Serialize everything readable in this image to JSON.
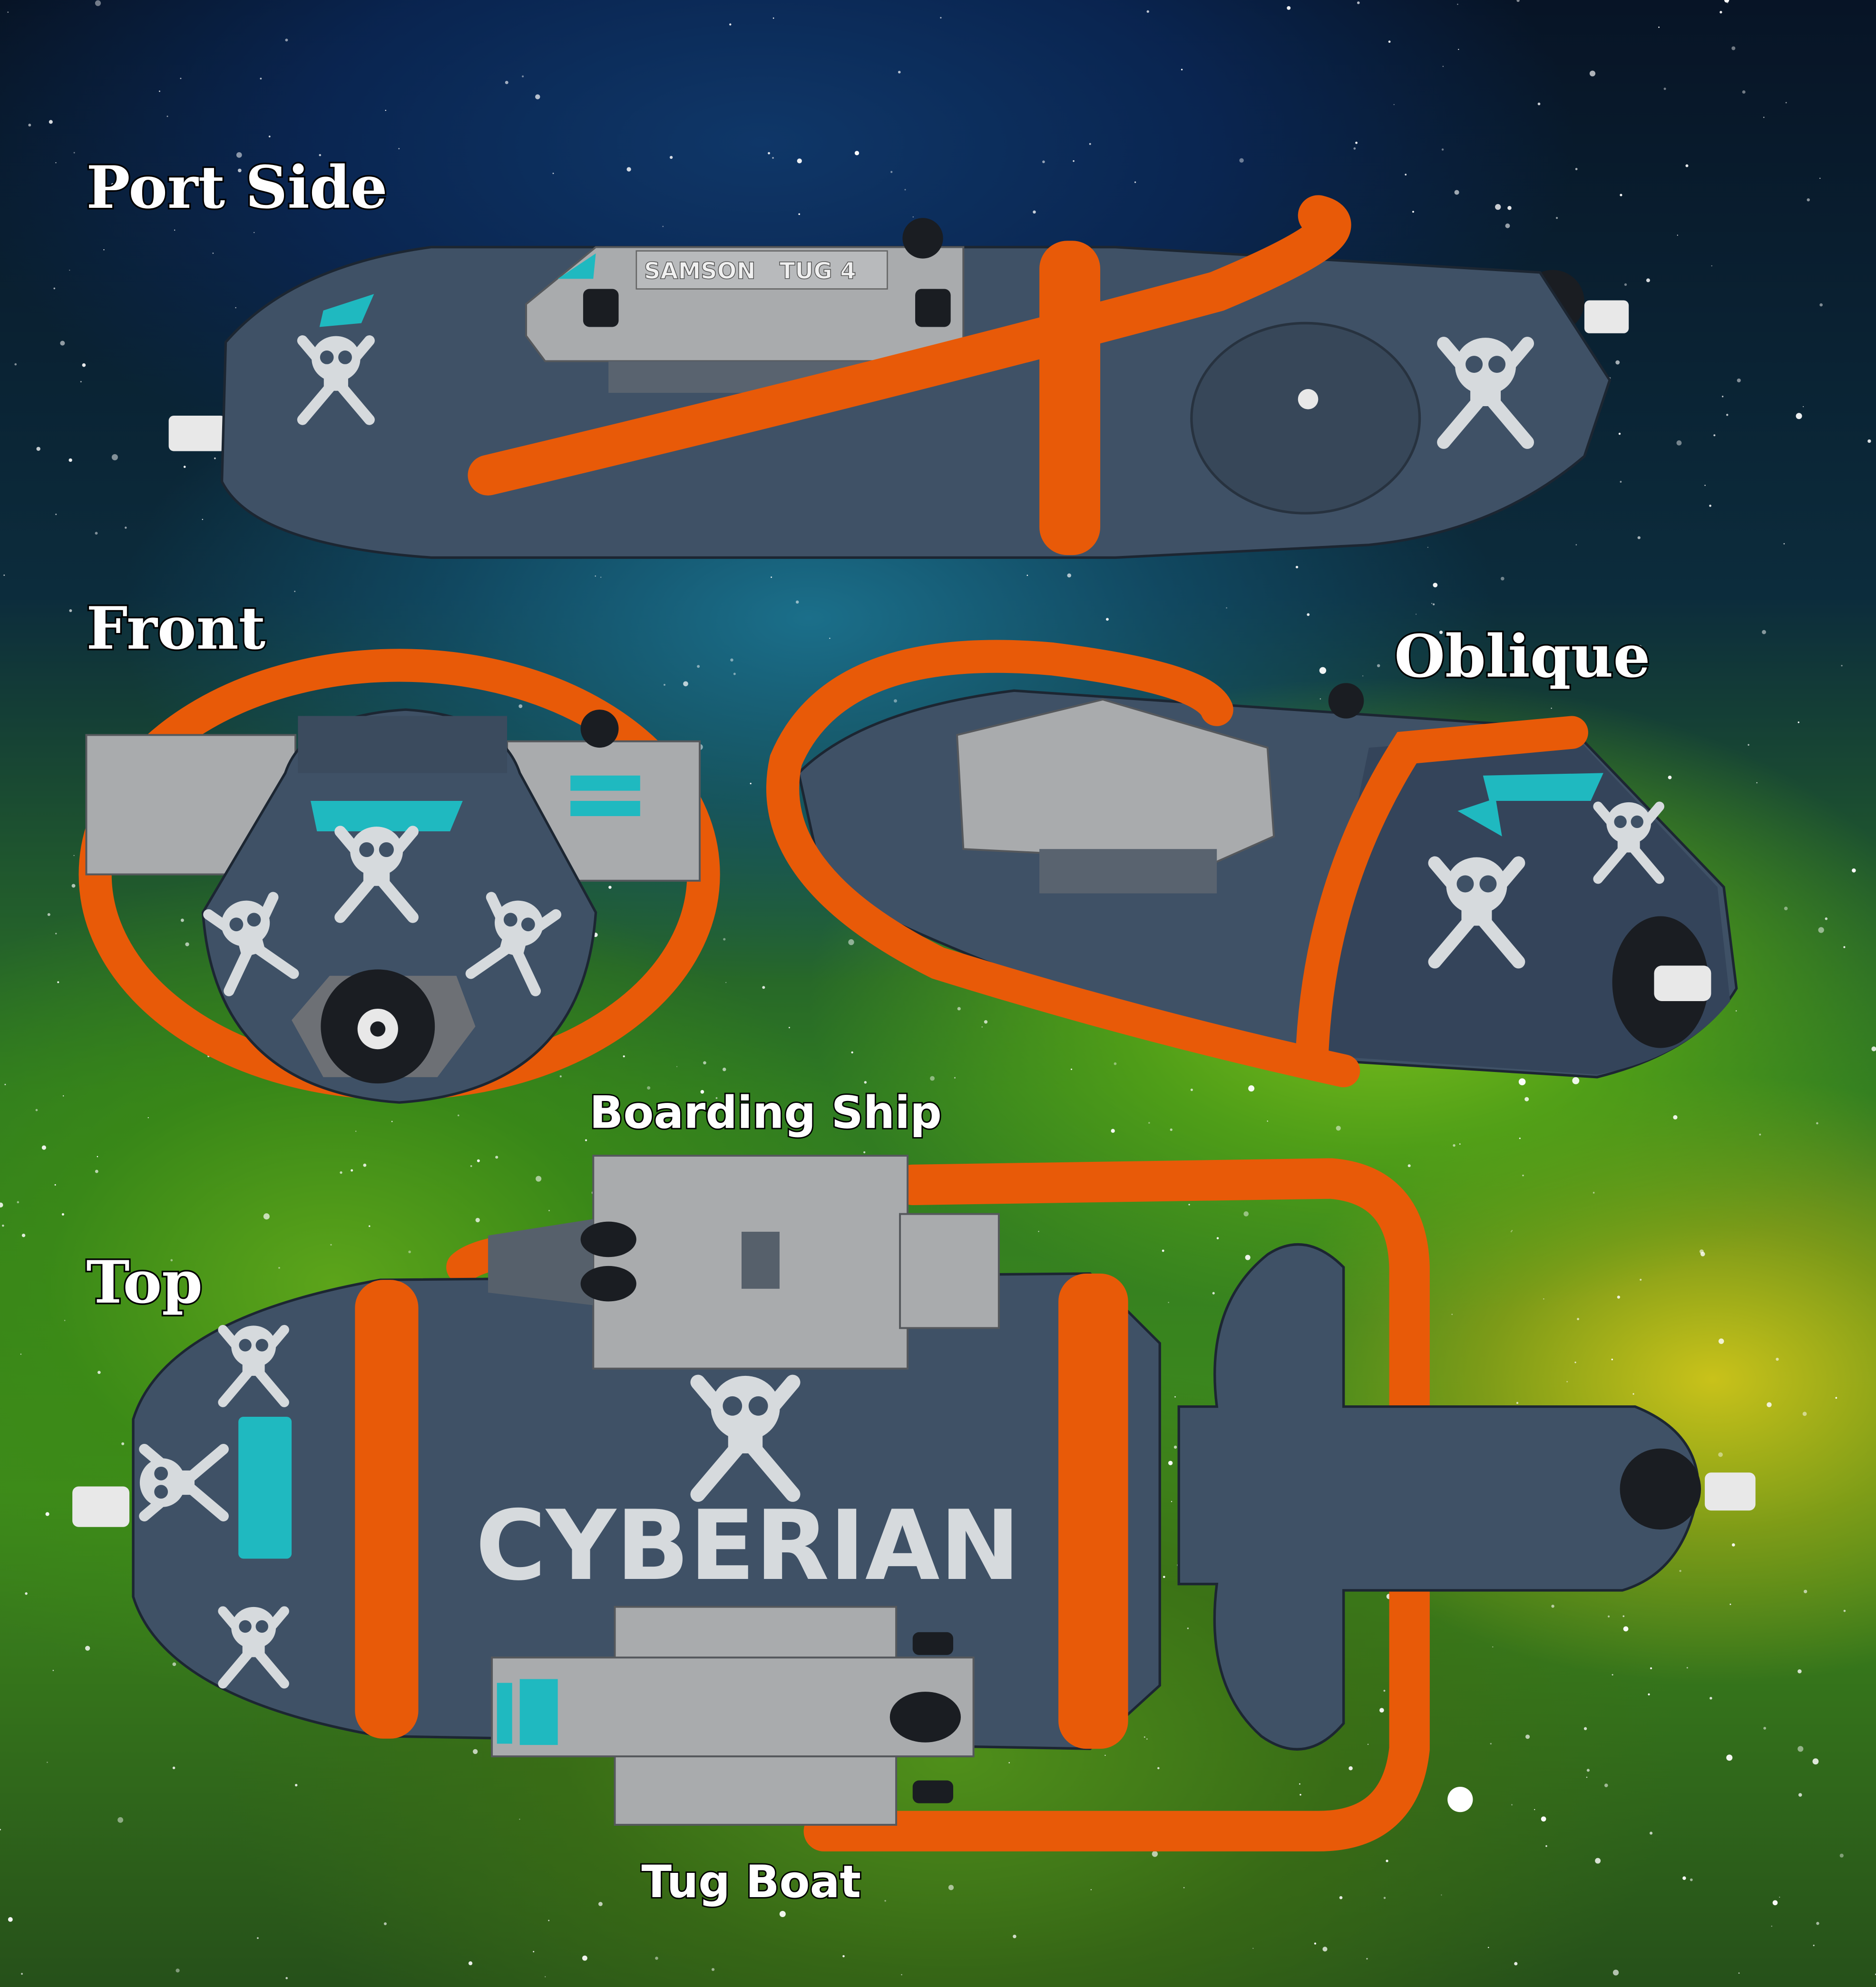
{
  "labels": {
    "port_side": "Port Side",
    "front": "Front",
    "oblique": "Oblique",
    "boarding_ship": "Boarding Ship",
    "top": "Top",
    "tug_boat": "Tug Boat"
  },
  "hull_text": {
    "tug_name": "SAMSON   TUG 4",
    "ship_name": "CYBERIAN"
  },
  "colors": {
    "hull": "#3f5166",
    "band": "#e85a08",
    "window": "#1fb9c0",
    "boarding_craft": "#a9abad"
  }
}
